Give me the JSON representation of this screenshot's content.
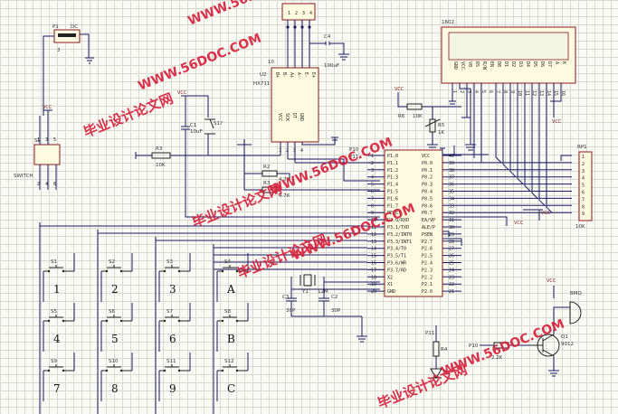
{
  "watermarks": {
    "cn": "毕业设计论文网",
    "url": "WWW.56DOC.COM"
  },
  "power_label": "VCC",
  "header_p1": {
    "ref": "P1",
    "name": "DC",
    "pin": "3"
  },
  "switch": {
    "ref": "S2",
    "name": "SWITCH",
    "top_pins": [
      "1",
      "3",
      "5"
    ],
    "bot_pins": [
      "2",
      "4",
      "6"
    ]
  },
  "load_cell_header": {
    "pins": [
      "1",
      "2",
      "3",
      "4"
    ]
  },
  "hx711": {
    "ref": "U2",
    "name": "HX711",
    "pin_num": "10",
    "top_pins": [
      "B+",
      "B-",
      "A+",
      "A-",
      "E-",
      "E+"
    ],
    "bot_pins": [
      "VCC",
      "SCK",
      "DT",
      "GND"
    ],
    "bot_nums": [
      "1",
      "2",
      "3",
      "4"
    ]
  },
  "cap_c4": {
    "ref": "C4",
    "value": "100uF"
  },
  "lcd": {
    "ref": "1602",
    "pins": [
      "GND",
      "VCC",
      "V0",
      "RS",
      "R/W",
      "EN",
      "D0",
      "D1",
      "D2",
      "D3",
      "D4",
      "D5",
      "D6",
      "D7",
      "A",
      "K"
    ],
    "nums": [
      "1",
      "2",
      "3",
      "4",
      "5",
      "6",
      "7",
      "8",
      "9",
      "10",
      "11",
      "12",
      "13",
      "14",
      "15",
      "16"
    ]
  },
  "reset_circuit": {
    "s_ref": "S1?",
    "c_ref": "C1",
    "c_val": "10uF",
    "r_ref": "R3",
    "r_val": "10K"
  },
  "contrast": {
    "r6_ref": "R6",
    "r6_val": "10K",
    "r5_ref": "R5",
    "r5_val": "1K"
  },
  "pullups": {
    "r2": "R2",
    "r3": "R3",
    "val": "4.7K"
  },
  "mcu": {
    "left_pins": [
      "P1.0",
      "P1.1",
      "P1.2",
      "P1.3",
      "P1.4",
      "P1.5",
      "P1.6",
      "P1.7",
      "RESET",
      "P3.0/RXD",
      "P3.1/TXD",
      "P3.2/INT0",
      "P3.3/INT1",
      "P3.4/T0",
      "P3.5/T1",
      "P3.6/WR",
      "P3.7/RD",
      "X2",
      "X1",
      "GND"
    ],
    "left_nums": [
      "1",
      "2",
      "3",
      "4",
      "5",
      "6",
      "7",
      "8",
      "9",
      "10",
      "11",
      "12",
      "13",
      "14",
      "15",
      "16",
      "17",
      "18",
      "19",
      "20"
    ],
    "right_pins": [
      "VCC",
      "P0.0",
      "P0.1",
      "P0.2",
      "P0.3",
      "P0.4",
      "P0.5",
      "P0.6",
      "P0.7",
      "EA/VP",
      "ALE/P",
      "PSEN",
      "P2.7",
      "P2.6",
      "P2.5",
      "P2.4",
      "P2.3",
      "P2.2",
      "P2.1",
      "P2.0"
    ],
    "right_nums": [
      "40",
      "39",
      "38",
      "37",
      "36",
      "35",
      "34",
      "33",
      "32",
      "31",
      "30",
      "29",
      "28",
      "27",
      "26",
      "25",
      "24",
      "23",
      "22",
      "21"
    ],
    "tags_left": {
      "p10": "P10",
      "p11": "P11"
    }
  },
  "rp1": {
    "ref": "RP1",
    "value": "10K",
    "pins": [
      "1",
      "2",
      "3",
      "4",
      "5",
      "6",
      "7",
      "8",
      "9"
    ]
  },
  "crystal": {
    "ref": "Y1",
    "value": "12M",
    "c2_ref": "C2",
    "c3_ref": "C3",
    "c_val": "30P"
  },
  "buzzer": {
    "ref": "BMQ",
    "q_ref": "Q1",
    "q_name": "9012",
    "r_ref": "R?",
    "r_val": "2.2K",
    "tag": "P10"
  },
  "led": {
    "tag": "P11",
    "r_ref": "R4",
    "d_ref": "D1"
  },
  "keys": [
    {
      "ref": "S1",
      "label": "1"
    },
    {
      "ref": "S2",
      "label": "2"
    },
    {
      "ref": "S3",
      "label": "3"
    },
    {
      "ref": "S4",
      "label": "A"
    },
    {
      "ref": "S5",
      "label": "4"
    },
    {
      "ref": "S6",
      "label": "5"
    },
    {
      "ref": "S7",
      "label": "6"
    },
    {
      "ref": "S8",
      "label": "B"
    },
    {
      "ref": "S9",
      "label": "7"
    },
    {
      "ref": "S10",
      "label": "8"
    },
    {
      "ref": "S11",
      "label": "9"
    },
    {
      "ref": "S12",
      "label": "C"
    }
  ]
}
